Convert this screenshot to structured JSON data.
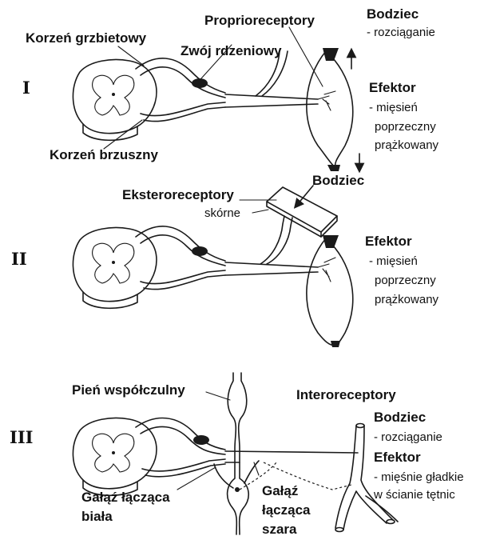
{
  "panel_I": {
    "roman": "I",
    "dorsal_root": "Korzeń grzbietowy",
    "ganglion": "Zwój rdzeniowy",
    "ventral_root": "Korzeń brzuszny",
    "receptors": "Proprioreceptory",
    "stimulus_title": "Bodziec",
    "stimulus_desc": "- rozciąganie",
    "effector_title": "Efektor",
    "effector_desc_1": "- mięsień",
    "effector_desc_2": "poprzeczny",
    "effector_desc_3": "prążkowany"
  },
  "panel_II": {
    "roman": "II",
    "receptors": "Eksteroreceptory",
    "receptors_sub": "skórne",
    "stimulus_title": "Bodziec",
    "effector_title": "Efektor",
    "effector_desc_1": "- mięsień",
    "effector_desc_2": "poprzeczny",
    "effector_desc_3": "prążkowany"
  },
  "panel_III": {
    "roman": "III",
    "trunk": "Pień współczulny",
    "receptors": "Interoreceptory",
    "stimulus_title": "Bodziec",
    "stimulus_desc": "- rozciąganie",
    "effector_title": "Efektor",
    "effector_desc_1": "- mięśnie gładkie",
    "effector_desc_2": "w ścianie tętnic",
    "white_ramus_1": "Gałąź łącząca",
    "white_ramus_2": "biała",
    "gray_ramus_1": "Gałąź",
    "gray_ramus_2": "łącząca",
    "gray_ramus_3": "szara"
  }
}
